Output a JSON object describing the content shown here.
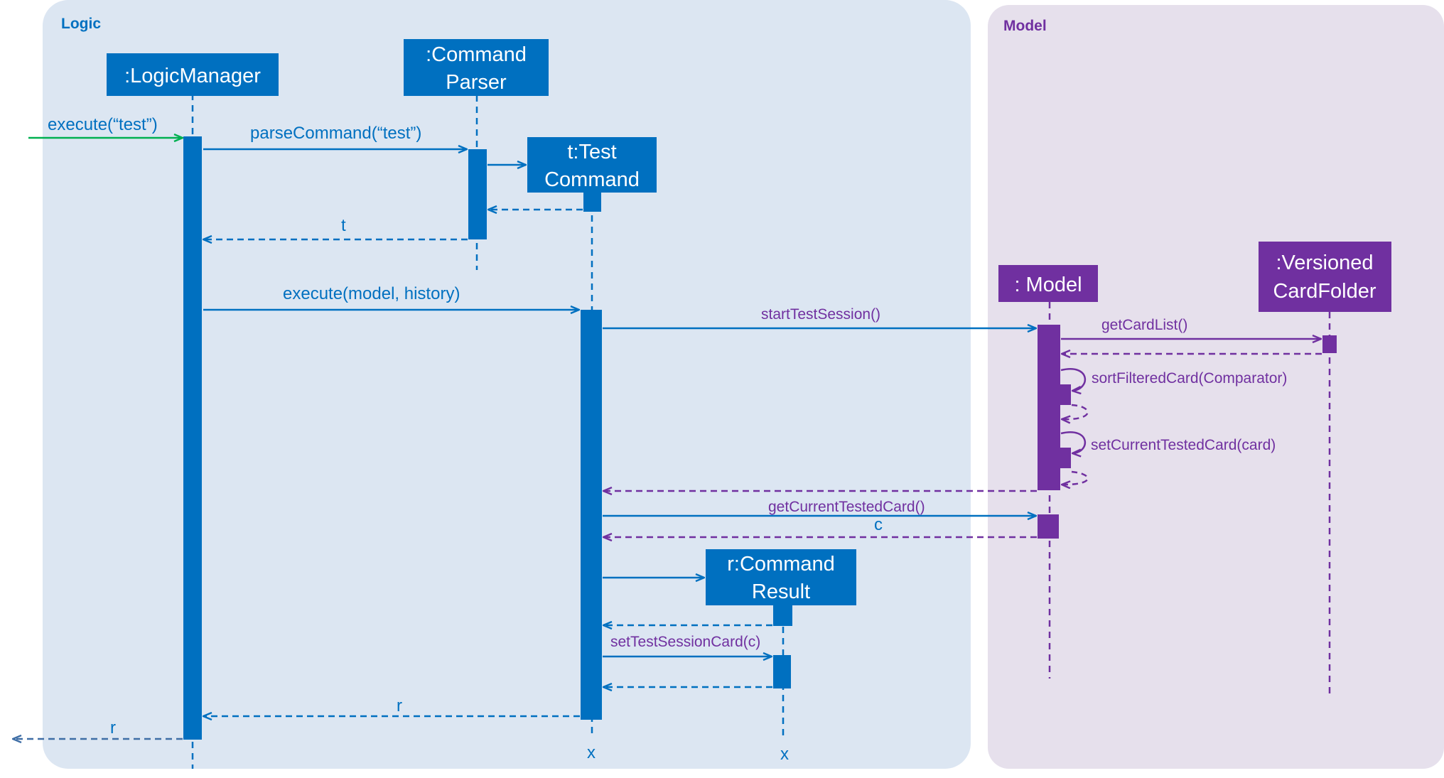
{
  "colors": {
    "logic_bg": "#DCE6F2",
    "model_bg": "#E6E0EC",
    "blue": "#0070C0",
    "purple": "#7030A0",
    "green": "#00B050",
    "box_text": "#FFFFFF"
  },
  "frames": {
    "logic": "Logic",
    "model": "Model"
  },
  "participants": {
    "logic_manager": [
      ":LogicManager"
    ],
    "command_parser": [
      ":Command",
      "Parser"
    ],
    "test_command": [
      "t:Test",
      "Command"
    ],
    "command_result": [
      "r:Command",
      "Result"
    ],
    "model": [
      ": Model"
    ],
    "versioned_card_folder": [
      ":Versioned",
      "CardFolder"
    ]
  },
  "messages": {
    "execute_test": "execute(“test”)",
    "parse_command": "parseCommand(“test”)",
    "return_t": "t",
    "execute_model_history": "execute(model, history)",
    "start_test_session": "startTestSession()",
    "get_card_list": "getCardList()",
    "sort_filtered_card": "sortFilteredCard(Comparator)",
    "set_current_tested_card": "setCurrentTestedCard(card)",
    "get_current_tested_card": "getCurrentTestedCard()",
    "return_c": "c",
    "set_test_session_card": "setTestSessionCard(c)",
    "return_r_inner": "r",
    "return_r_outer": "r"
  },
  "destroy_marks": {
    "test_command": "x",
    "command_result": "x"
  }
}
